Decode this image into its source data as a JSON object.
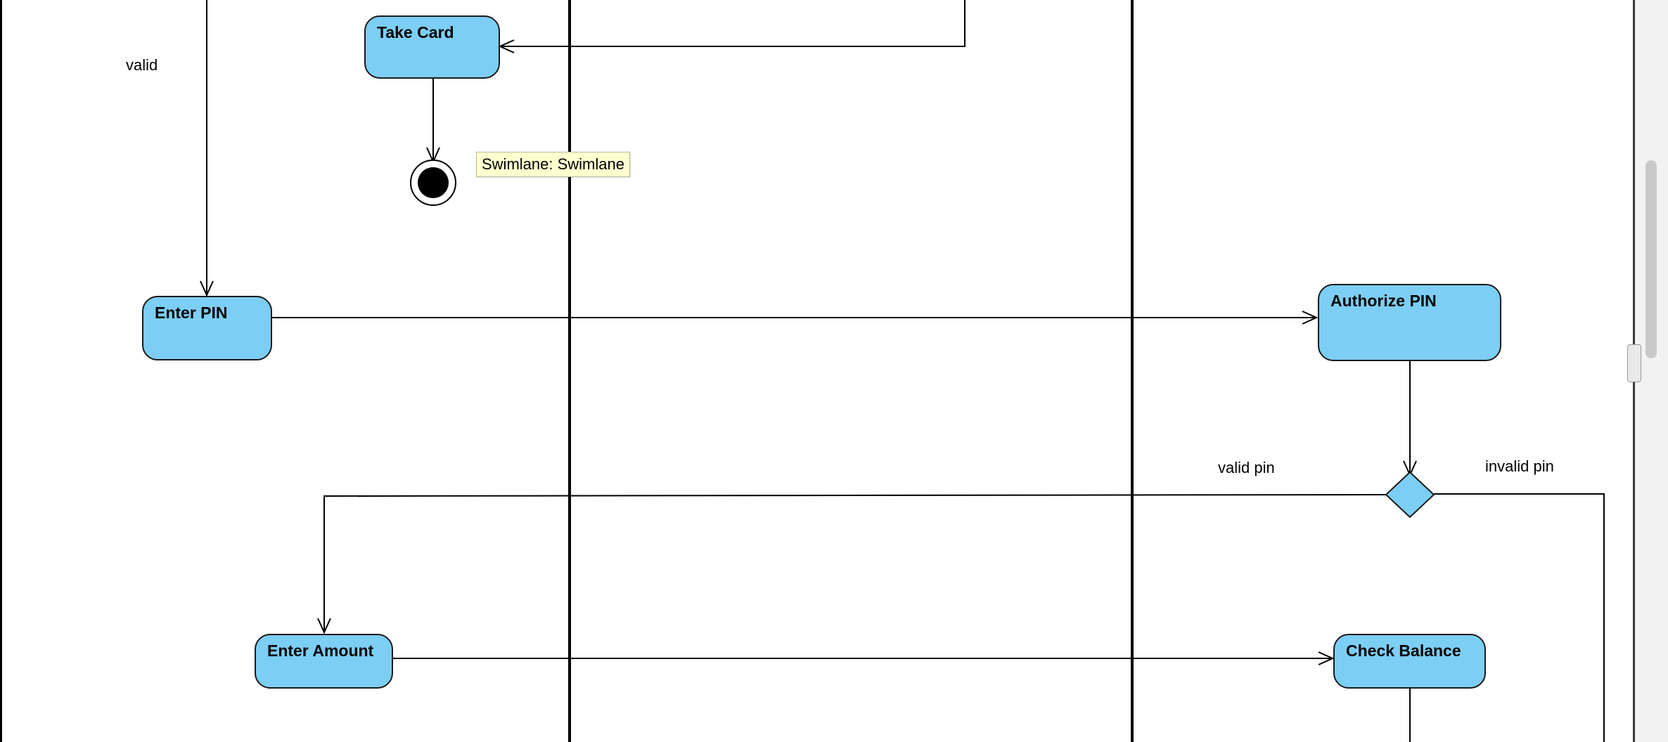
{
  "diagram": {
    "nodes": {
      "take_card": "Take Card",
      "enter_pin": "Enter PIN",
      "authorize_pin": "Authorize PIN",
      "enter_amount": "Enter Amount",
      "check_balance": "Check Balance"
    },
    "edge_labels": {
      "valid": "valid",
      "valid_pin": "valid pin",
      "invalid_pin": "invalid pin"
    },
    "tooltip": "Swimlane: Swimlane"
  },
  "colors": {
    "node_fill": "#7dcef4",
    "node_border": "#1a1a1a",
    "tooltip_fill": "#ffffcf"
  }
}
